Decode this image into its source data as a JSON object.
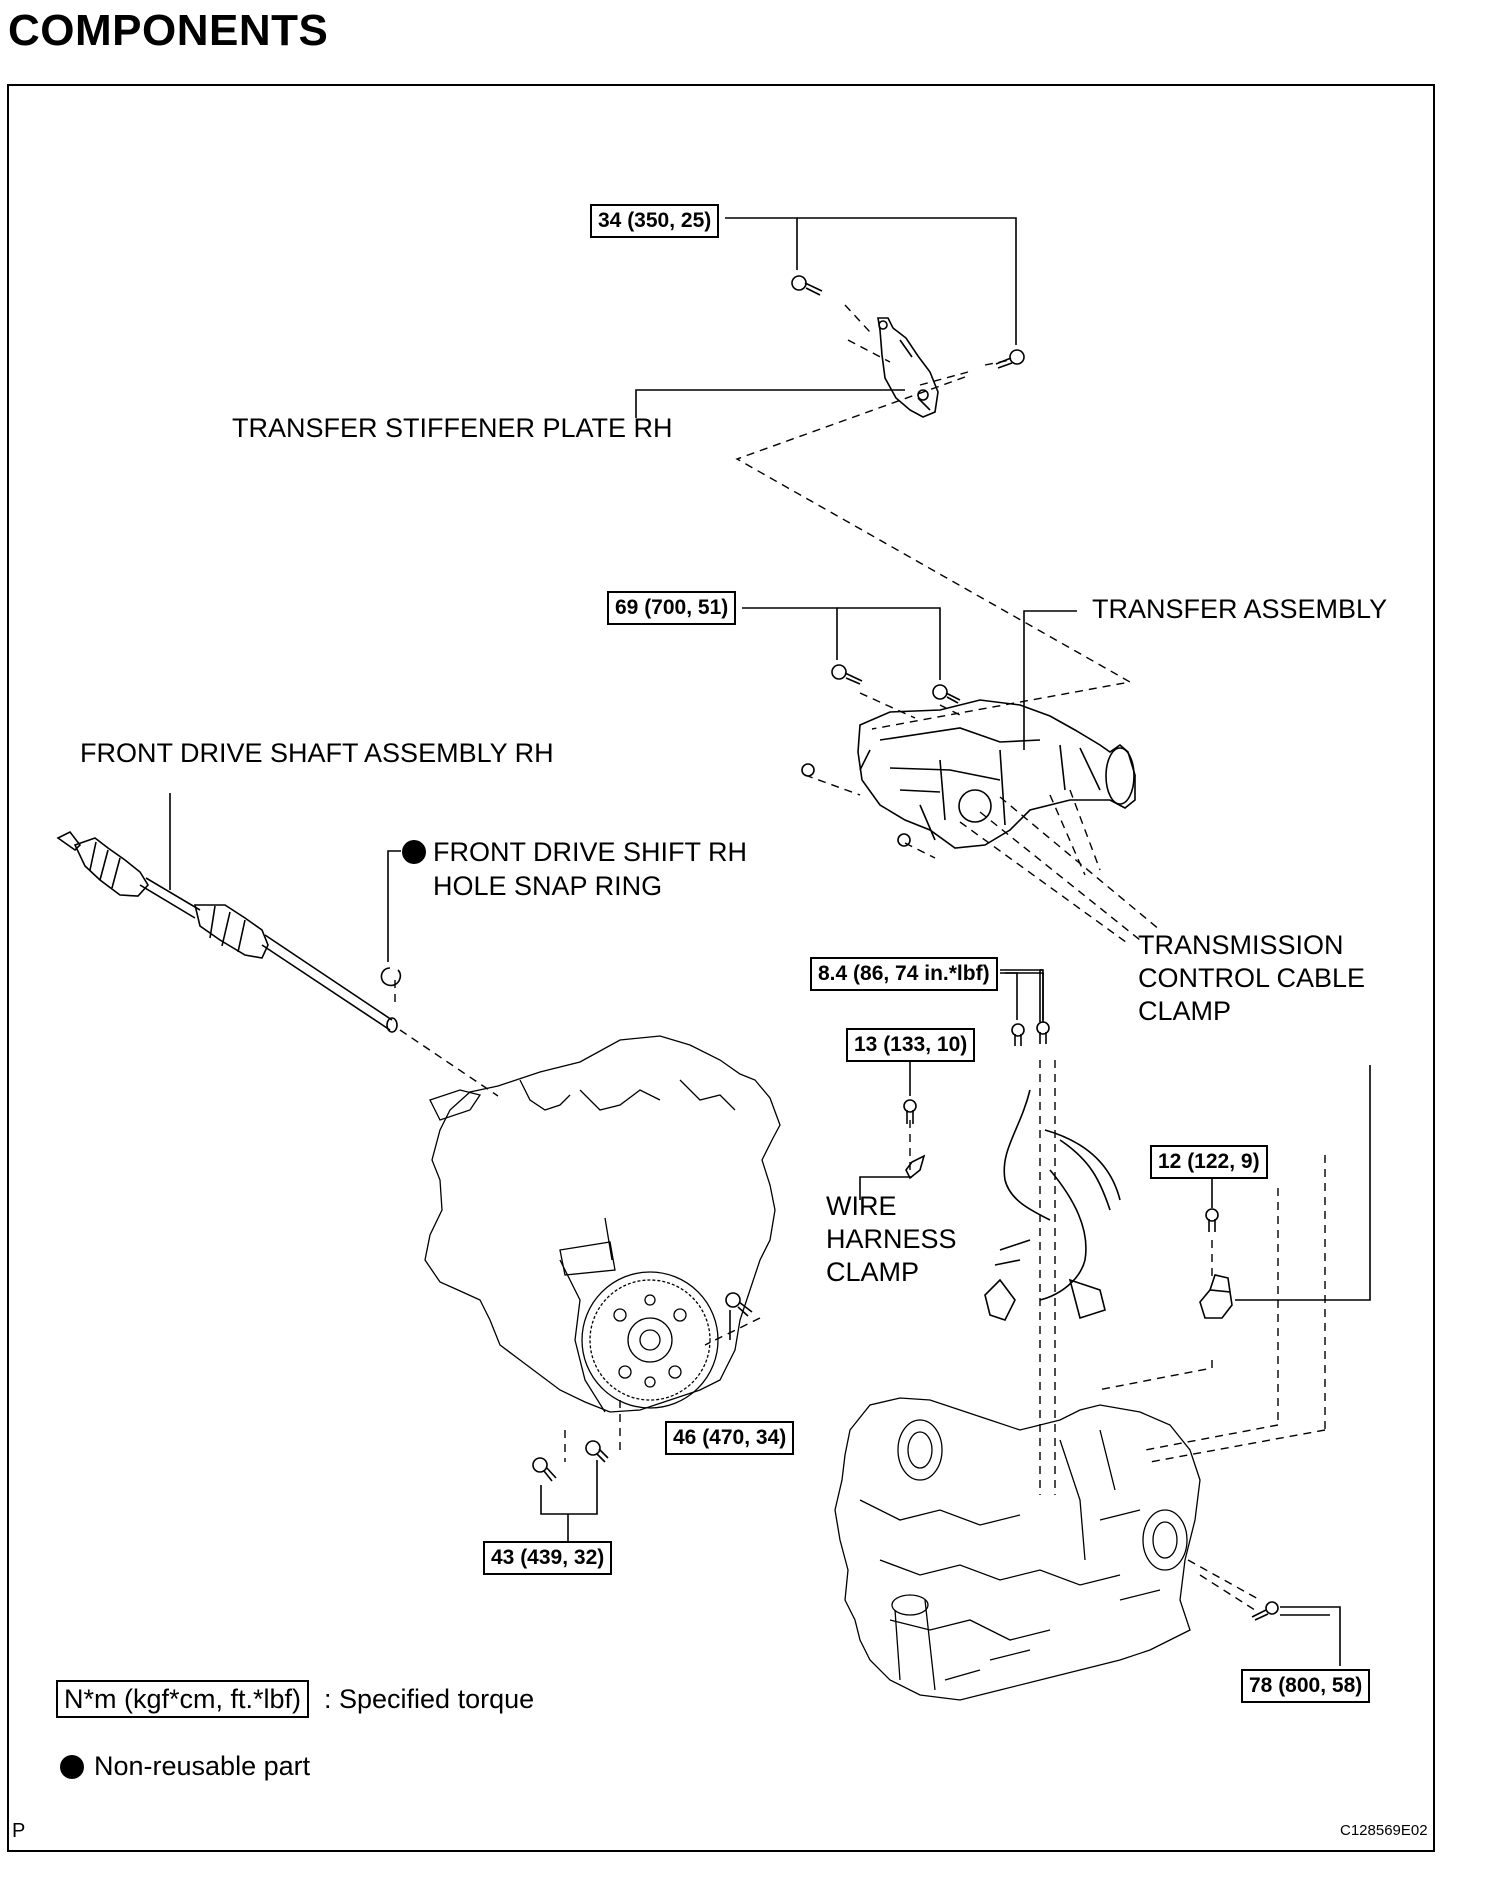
{
  "page": {
    "title": "COMPONENTS",
    "corner_letter": "P",
    "figure_code": "C128569E02"
  },
  "torques": {
    "t34": "34 (350, 25)",
    "t69": "69 (700, 51)",
    "t84": "8.4 (86, 74 in.*lbf)",
    "t13": "13 (133, 10)",
    "t12": "12 (122, 9)",
    "t46": "46 (470, 34)",
    "t43": "43 (439, 32)",
    "t78": "78 (800, 58)"
  },
  "labels": {
    "stiffener": "TRANSFER STIFFENER PLATE RH",
    "transfer": "TRANSFER ASSEMBLY",
    "drive_shaft": "FRONT DRIVE SHAFT ASSEMBLY RH",
    "snap_ring_1": "FRONT DRIVE SHIFT RH",
    "snap_ring_2": "HOLE SNAP RING",
    "cable_clamp_1": "TRANSMISSION",
    "cable_clamp_2": "CONTROL CABLE",
    "cable_clamp_3": "CLAMP",
    "wire_1": "WIRE",
    "wire_2": "HARNESS",
    "wire_3": "CLAMP"
  },
  "legend": {
    "torque_unit": "N*m (kgf*cm, ft.*lbf)",
    "torque_desc": ": Specified torque",
    "nonreusable": "Non-reusable part"
  }
}
